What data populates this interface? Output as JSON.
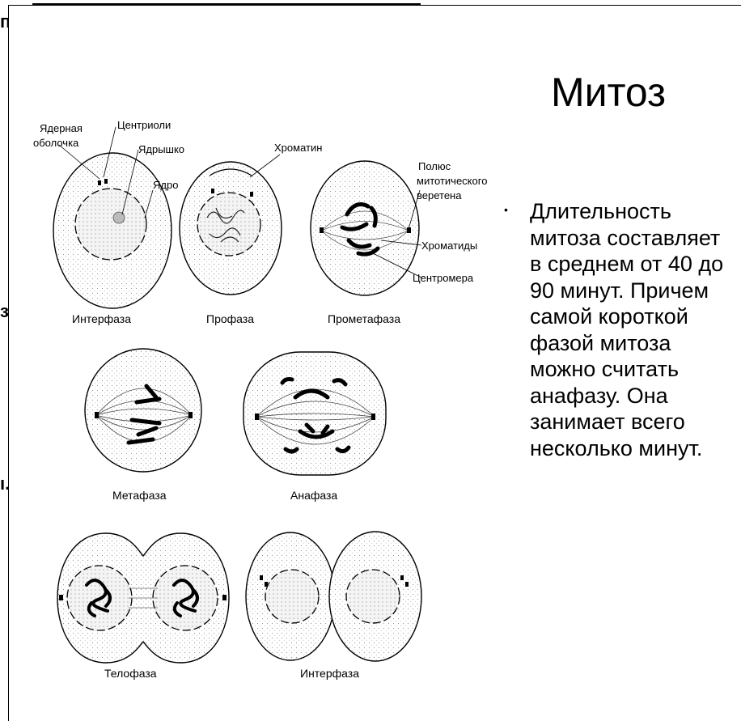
{
  "edge_text": {
    "top": "",
    "left_1": "п",
    "left_2": "з",
    "left_3": "ı."
  },
  "slide": {
    "title": "Митоз",
    "bullet": "•",
    "body": "Длительность митоза составляет в среднем от 40 до 90 минут. Причем самой короткой фазой митоза можно считать анафазу. Она занимает всего несколько минут."
  },
  "diagram": {
    "labels": {
      "nuclear_envelope": [
        "Ядерная",
        "оболочка"
      ],
      "centrioles": "Центриоли",
      "nucleolus": "Ядрышко",
      "nucleus": "Ядро",
      "chromatin": "Хроматин",
      "spindle_pole": [
        "Полюс",
        "митотического",
        "веретена"
      ],
      "chromatids": "Хроматиды",
      "centromere": "Центромера"
    },
    "captions": {
      "interphase_1": "Интерфаза",
      "prophase": "Профаза",
      "prometaphase": "Прометафаза",
      "metaphase": "Метафаза",
      "anaphase": "Анафаза",
      "telophase": "Телофаза",
      "interphase_2": "Интерфаза"
    }
  }
}
